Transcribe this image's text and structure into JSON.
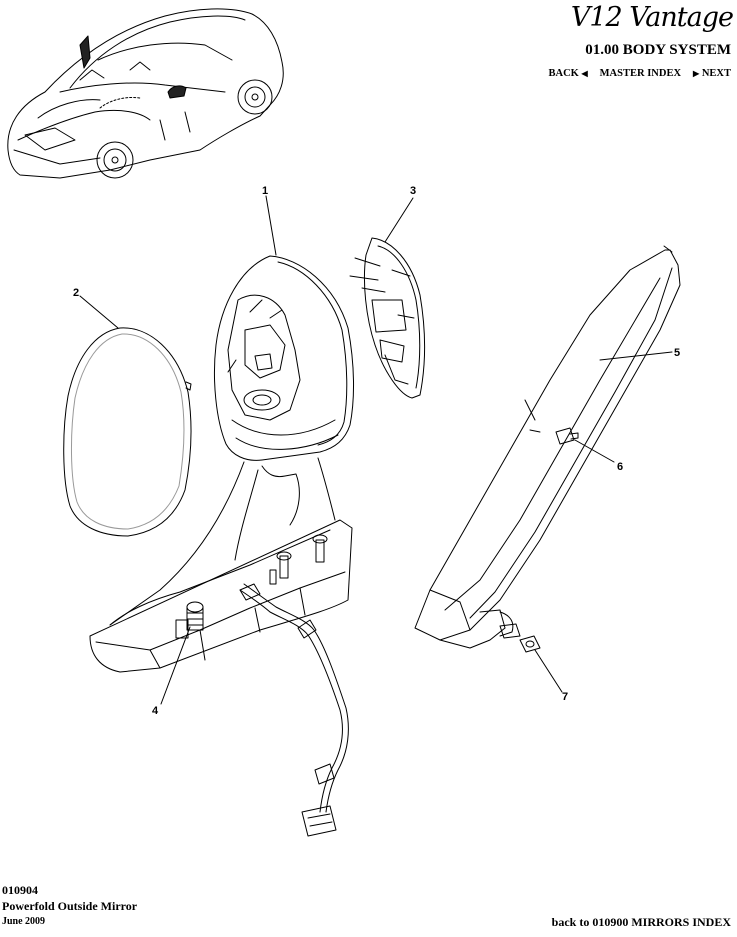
{
  "header": {
    "logo": "V12 Vantage",
    "section": "01.00 BODY SYSTEM",
    "nav": {
      "back": "BACK",
      "master_index": "MASTER INDEX",
      "next": "NEXT"
    }
  },
  "diagram": {
    "callouts": [
      {
        "id": "1",
        "label": "1"
      },
      {
        "id": "2",
        "label": "2"
      },
      {
        "id": "3",
        "label": "3"
      },
      {
        "id": "4",
        "label": "4"
      },
      {
        "id": "5",
        "label": "5"
      },
      {
        "id": "6",
        "label": "6"
      },
      {
        "id": "7",
        "label": "7"
      }
    ]
  },
  "footer": {
    "code": "010904",
    "title": "Powerfold Outside Mirror",
    "date": "June 2009",
    "back_link": "back to 010900 MIRRORS INDEX"
  },
  "colors": {
    "line": "#000000",
    "background": "#ffffff",
    "shade": "#d8d8d8"
  }
}
